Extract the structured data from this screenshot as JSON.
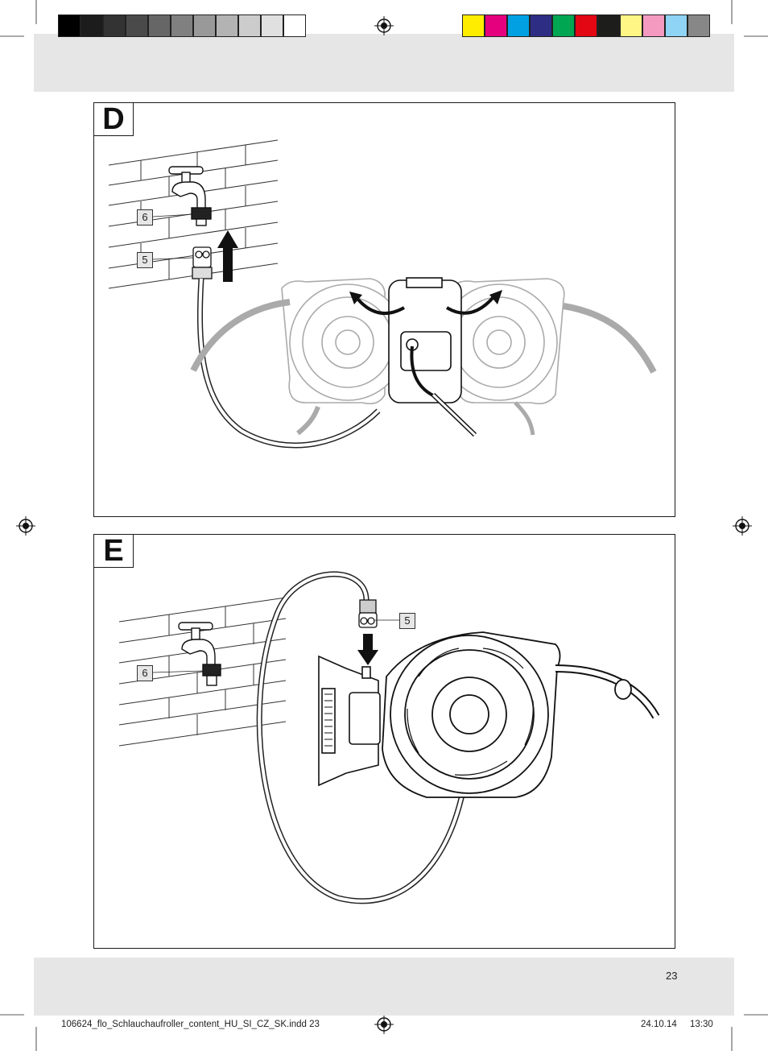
{
  "panels": [
    {
      "label": "D",
      "callouts": [
        "6",
        "5"
      ]
    },
    {
      "label": "E",
      "callouts": [
        "5",
        "6"
      ]
    }
  ],
  "footer": {
    "page_number": "23",
    "file_slug": "106624_flo_Schlauchaufroller_content_HU_SI_CZ_SK.indd   23",
    "date": "24.10.14",
    "time": "13:30"
  },
  "colors": {
    "grayscale_bar": [
      "#000000",
      "#1c1c1c",
      "#333333",
      "#4a4a4a",
      "#666666",
      "#808080",
      "#999999",
      "#b3b3b3",
      "#cccccc",
      "#e0e0e0",
      "#ffffff"
    ],
    "color_bar": [
      "#ffed00",
      "#e5007d",
      "#00a0e3",
      "#2d2e83",
      "#00a651",
      "#e30613",
      "#1d1d1b",
      "#fff685",
      "#f49ac1",
      "#8fd3f5",
      "#878787"
    ],
    "band": "#e6e6e6"
  },
  "icons": [
    "registration-mark-icon",
    "crop-mark-icon",
    "arrow-up-icon",
    "arrow-down-icon",
    "curved-arrow-icon"
  ]
}
